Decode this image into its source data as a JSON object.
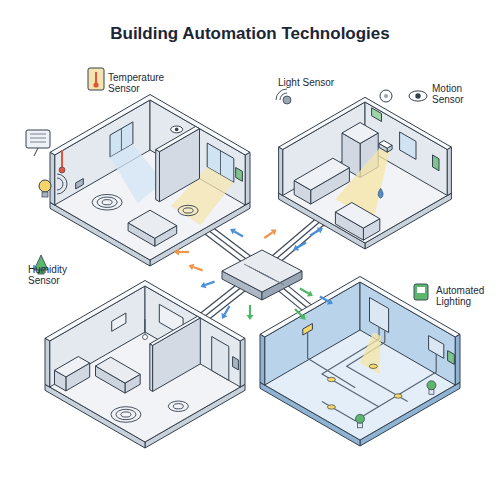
{
  "diagram": {
    "title": "Building Automation Technologies",
    "labels": [
      "Temperature Sensor",
      "Light Sensor",
      "Motion Sensor",
      "Humidity Sensor",
      "Automated Lighting"
    ]
  }
}
